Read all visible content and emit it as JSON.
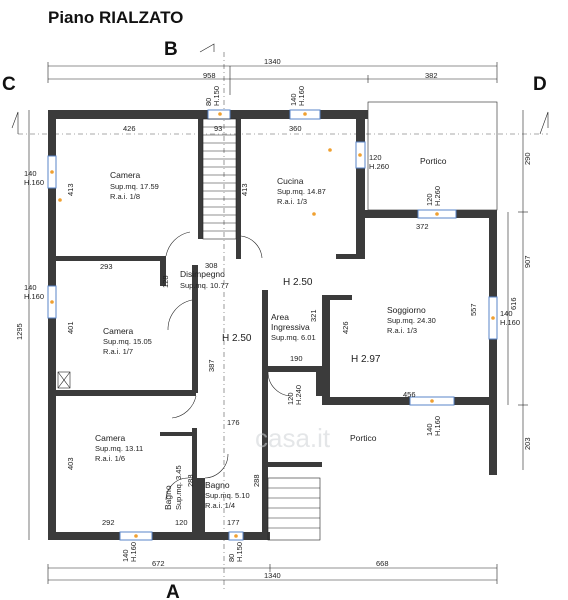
{
  "title": "Piano RIALZATO",
  "sections": {
    "top": "B",
    "bottom": "A",
    "left": "C",
    "right": "D"
  },
  "dims": {
    "top_total": "1340",
    "top_left": "958",
    "top_right": "382",
    "bottom_total": "1340",
    "bottom_left": "672",
    "bottom_right": "668",
    "left_total": "1295",
    "right_top": "290",
    "right_mid": "907",
    "right_616": "616",
    "right_203": "203",
    "w426": "426",
    "w93": "93",
    "w360": "360",
    "w293": "293",
    "w128": "128",
    "w308": "308",
    "w372": "372",
    "w413a": "413",
    "w413b": "413",
    "w401": "401",
    "w403": "403",
    "w557": "557",
    "w426b": "426",
    "w321": "321",
    "w387": "387",
    "w190": "190",
    "w456": "456",
    "w176": "176",
    "w288a": "288",
    "w288b": "288",
    "w292": "292",
    "w120": "120",
    "w177": "177"
  },
  "windows": {
    "w_top1": "80",
    "w_top1h": "H.150",
    "w_top2": "140",
    "w_top2h": "H.160",
    "w_cuc": "120",
    "w_cuch": "H.260",
    "w_por": "120",
    "w_porh": "H.260",
    "w_l1": "140",
    "w_l1h": "H.160",
    "w_l2": "140",
    "w_l2h": "H.160",
    "w_r": "140",
    "w_rh": "H.160",
    "w_door": "120",
    "w_doorh": "H.240",
    "w_sog": "140",
    "w_sogh": "H.160",
    "w_b1": "140",
    "w_b1h": "H.160",
    "w_b2": "80",
    "w_b2h": "H.150"
  },
  "rooms": {
    "camera1": {
      "name": "Camera",
      "sup": "Sup.mq. 17.59",
      "rai": "R.a.i. 1/8"
    },
    "cucina": {
      "name": "Cucina",
      "sup": "Sup.mq. 14.87",
      "rai": "R.a.i. 1/3"
    },
    "portico_top": {
      "name": "Portico"
    },
    "disimpegno": {
      "name": "Disimpegno",
      "sup": "Sup.mq. 10.77"
    },
    "camera2": {
      "name": "Camera",
      "sup": "Sup.mq. 15.05",
      "rai": "R.a.i. 1/7"
    },
    "area": {
      "name1": "Area",
      "name2": "Ingressiva",
      "sup": "Sup.mq. 6.01"
    },
    "soggiorno": {
      "name": "Soggiorno",
      "sup": "Sup.mq. 24.30",
      "rai": "R.a.i. 1/3"
    },
    "camera3": {
      "name": "Camera",
      "sup": "Sup.mq. 13.11",
      "rai": "R.a.i. 1/6"
    },
    "bagno1": {
      "name": "Bagno",
      "sup": "Sup.mq. 3.45"
    },
    "bagno2": {
      "name": "Bagno",
      "sup": "Sup.mq. 5.10",
      "rai": "R.a.i. 1/4"
    },
    "portico_bottom": {
      "name": "Portico"
    }
  },
  "heights": {
    "h1": "H 2.50",
    "h2": "H 2.50",
    "h3": "H 2.97"
  },
  "watermark": "casa.it",
  "colors": {
    "wall": "#3b3b3b",
    "window": "#5a86c9",
    "marker": "#f0a030"
  }
}
